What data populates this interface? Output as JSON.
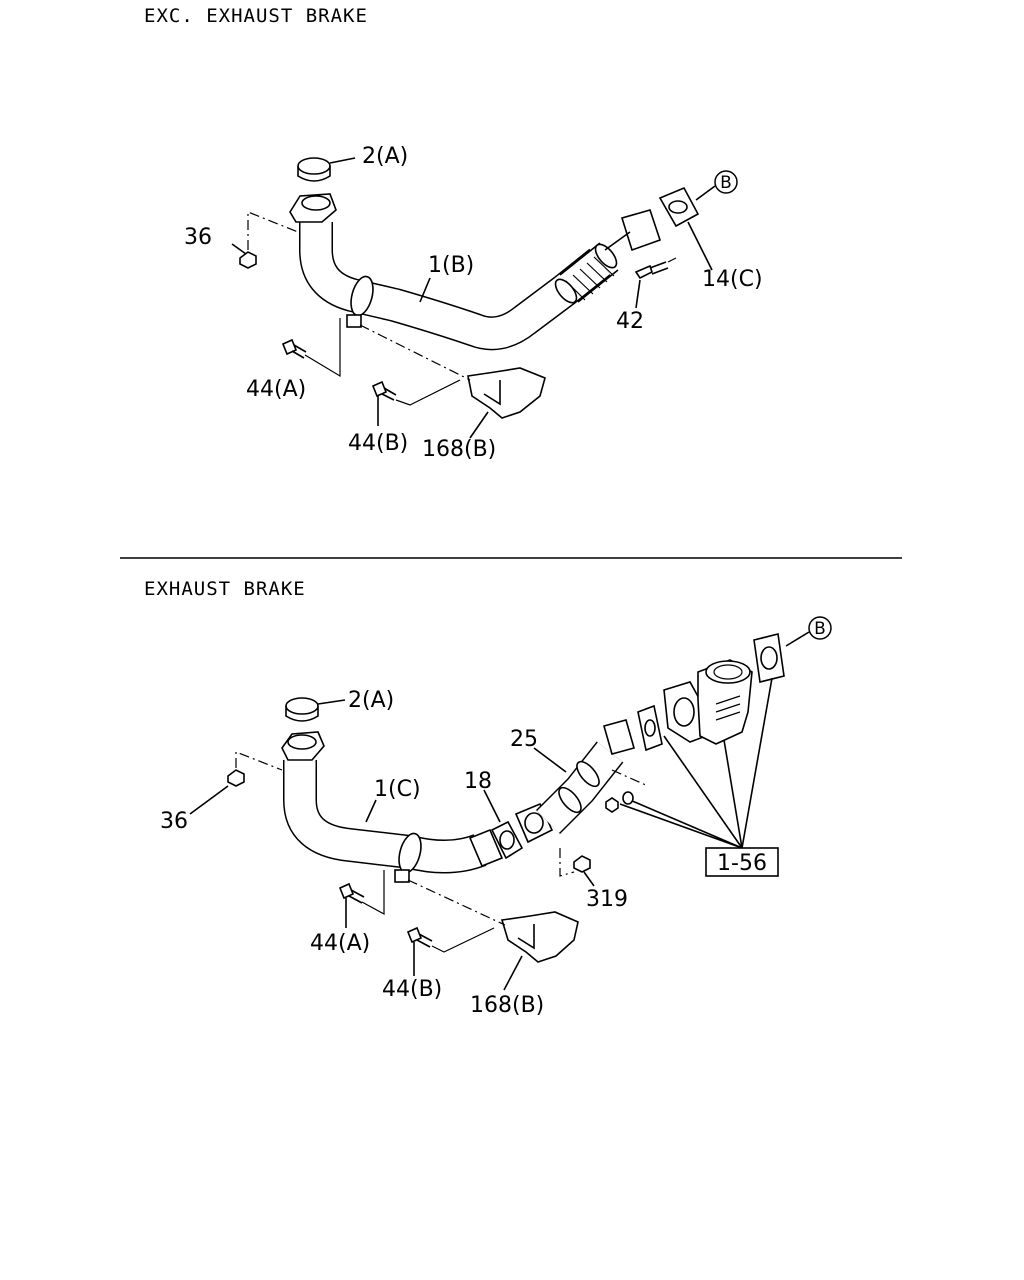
{
  "sections": [
    {
      "title": "EXC. EXHAUST BRAKE",
      "labels": [
        "2(A)",
        "36",
        "1(B)",
        "14(C)",
        "42",
        "44(A)",
        "44(B)",
        "168(B)"
      ],
      "ref_marker": "B"
    },
    {
      "title": "EXHAUST BRAKE",
      "labels": [
        "2(A)",
        "36",
        "1(C)",
        "18",
        "25",
        "319",
        "44(A)",
        "44(B)",
        "168(B)"
      ],
      "ref_marker": "B",
      "ref_box": "1-56"
    }
  ]
}
